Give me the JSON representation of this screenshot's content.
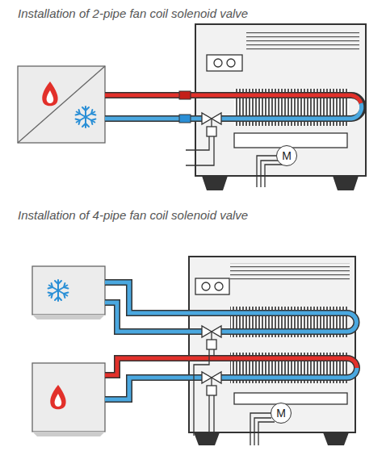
{
  "diagram": {
    "nodes": [
      {
        "text": [
          "M"
        ]
      },
      {
        "text": [
          "M"
        ]
      }
    ],
    "labels": [
      "Installation of 2-pipe fan coil solenoid valve",
      "Installation of 4-pipe fan coil solenoid valve"
    ]
  }
}
